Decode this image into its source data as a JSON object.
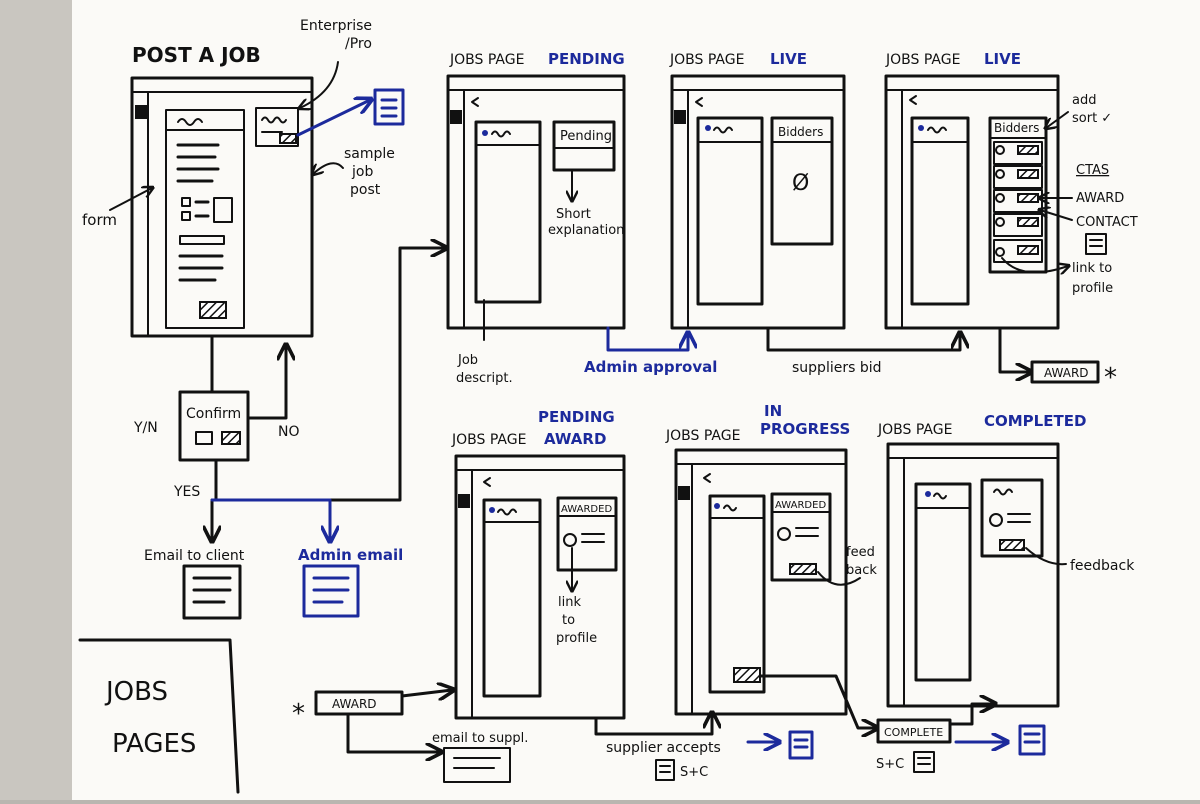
{
  "colors": {
    "ink": "#111111",
    "blue_ink": "#1c2a9c",
    "paper": "#fbfaf7"
  },
  "title": {
    "line1": "JOBS",
    "line2": "PAGES"
  },
  "post_job": {
    "title": "POST A JOB",
    "enterprise": "Enterprise /Pro",
    "sample": "sample job post",
    "form": "form",
    "yn": "Y/N",
    "confirm": "Confirm",
    "no": "NO",
    "yes": "YES",
    "email_client": "Email to client",
    "admin_email": "Admin email"
  },
  "screens": {
    "pending": {
      "title": "JOBS PAGE",
      "status": "PENDING",
      "card": "Pending",
      "note": "Short explanation",
      "below": "Job descript."
    },
    "live1": {
      "title": "JOBS PAGE",
      "status": "LIVE",
      "panel": "Bidders",
      "empty": "Ø"
    },
    "live2": {
      "title": "JOBS PAGE",
      "status": "LIVE",
      "panel": "Bidders",
      "add_sort": "add sort ✓",
      "ctas": "CTAS",
      "award": "AWARD",
      "contact": "CONTACT",
      "link": "link to profile"
    },
    "pending_award": {
      "title": "JOBS PAGE",
      "status_top": "PENDING",
      "status": "AWARD",
      "card": "AWARDED",
      "link": "link to profile"
    },
    "in_progress": {
      "title": "JOBS PAGE",
      "status_top": "IN",
      "status": "PROGRESS",
      "card": "AWARDED",
      "feedback": "feed back"
    },
    "completed": {
      "title": "JOBS PAGE",
      "status": "COMPLETED",
      "feedback": "feedback"
    }
  },
  "flow": {
    "admin_approval": "Admin approval",
    "suppliers_bid": "suppliers bid",
    "award_tag": "AWARD",
    "award_tag2": "AWARD",
    "star": "*",
    "email_suppl": "email to suppl.",
    "supplier_accepts": "supplier accepts",
    "sc1": "S+C",
    "complete": "COMPLETE",
    "sc2": "S+C"
  }
}
